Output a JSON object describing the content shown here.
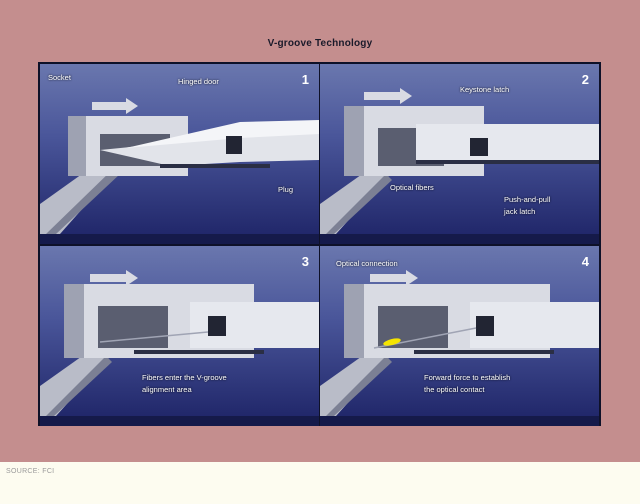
{
  "title": "V-groove Technology",
  "caption": "SOURCE: FCI",
  "panels": [
    {
      "number": "1",
      "labels": [
        "Socket",
        "Hinged door",
        "Plug"
      ]
    },
    {
      "number": "2",
      "labels": [
        "Keystone latch",
        "Optical fibers",
        "Push-and-pull",
        "jack latch"
      ]
    },
    {
      "number": "3",
      "labels": [
        "Fibers enter the V-groove",
        "alignment area"
      ]
    },
    {
      "number": "4",
      "labels": [
        "Optical connection",
        "Forward force to establish",
        "the optical contact"
      ]
    }
  ],
  "colors": {
    "background": "#c48e8e",
    "panel_top": "#6a77ae",
    "panel_bottom": "#1d2366",
    "connector_body": "#d9dbe3",
    "fiber_contact": "#f5e400"
  }
}
